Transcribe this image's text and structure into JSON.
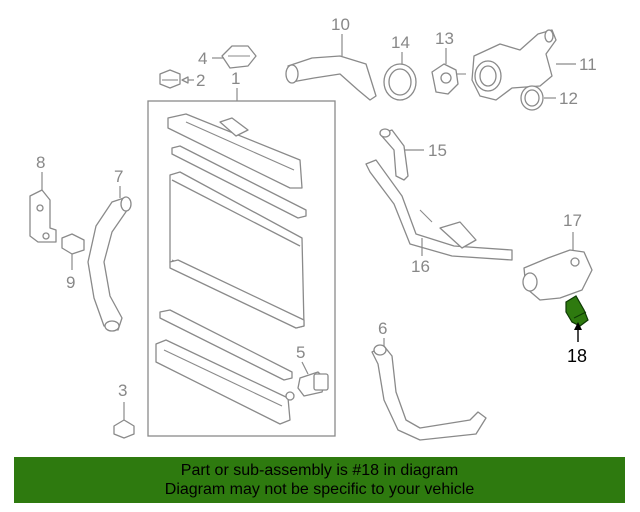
{
  "diagram": {
    "callouts": [
      {
        "id": "1",
        "label": "1"
      },
      {
        "id": "2",
        "label": "2"
      },
      {
        "id": "3",
        "label": "3"
      },
      {
        "id": "4",
        "label": "4"
      },
      {
        "id": "5",
        "label": "5"
      },
      {
        "id": "6",
        "label": "6"
      },
      {
        "id": "7",
        "label": "7"
      },
      {
        "id": "8",
        "label": "8"
      },
      {
        "id": "9",
        "label": "9"
      },
      {
        "id": "10",
        "label": "10"
      },
      {
        "id": "11",
        "label": "11"
      },
      {
        "id": "12",
        "label": "12"
      },
      {
        "id": "13",
        "label": "13"
      },
      {
        "id": "14",
        "label": "14"
      },
      {
        "id": "15",
        "label": "15"
      },
      {
        "id": "16",
        "label": "16"
      },
      {
        "id": "17",
        "label": "17"
      },
      {
        "id": "18",
        "label": "18",
        "highlighted": true
      }
    ],
    "highlight_color": "#2e7a0f",
    "line_color": "#8a8a8a"
  },
  "banner": {
    "line1": "Part or sub-assembly is #18 in diagram",
    "line2": "Diagram may not be specific to your vehicle",
    "color": "#2e7a0f"
  }
}
